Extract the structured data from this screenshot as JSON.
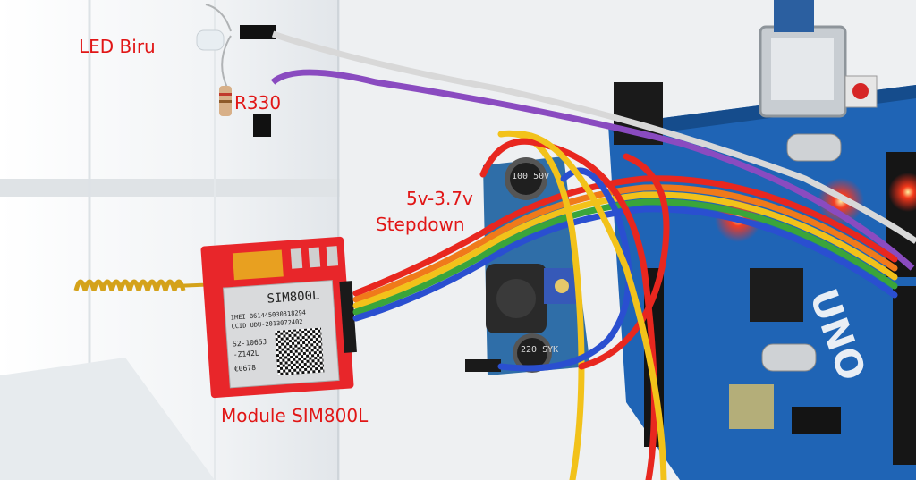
{
  "annotations": {
    "led": "LED Biru",
    "resistor": "R330",
    "stepdown_line1": "5v-3.7v",
    "stepdown_line2": "Stepdown",
    "module": "Module SIM800L"
  },
  "sim_module": {
    "model": "SIM800L",
    "imei": "IMEI 861445030318294",
    "ccid": "CCID UDU-2013072402",
    "code1": "S2-1065J",
    "code2": "-Z142L",
    "ce": "€0678"
  },
  "stepdown_board": {
    "cap_top": "100 50V",
    "cap_bottom": "220 SYK"
  },
  "arduino": {
    "board_name": "UNO"
  },
  "colors": {
    "annotation": "#e11616",
    "arduino_board": "#1f64b5",
    "sim_board": "#e8262a",
    "stepdown_board": "#2f6ea8",
    "wire_red": "#e8271f",
    "wire_orange": "#f07a1a",
    "wire_yellow": "#f2c21a",
    "wire_green": "#3aa53a",
    "wire_blue": "#2a4fd0",
    "wire_purple": "#8a4bc0",
    "wire_white": "#d8d8d8",
    "led_glow": "#ff2a1a"
  }
}
